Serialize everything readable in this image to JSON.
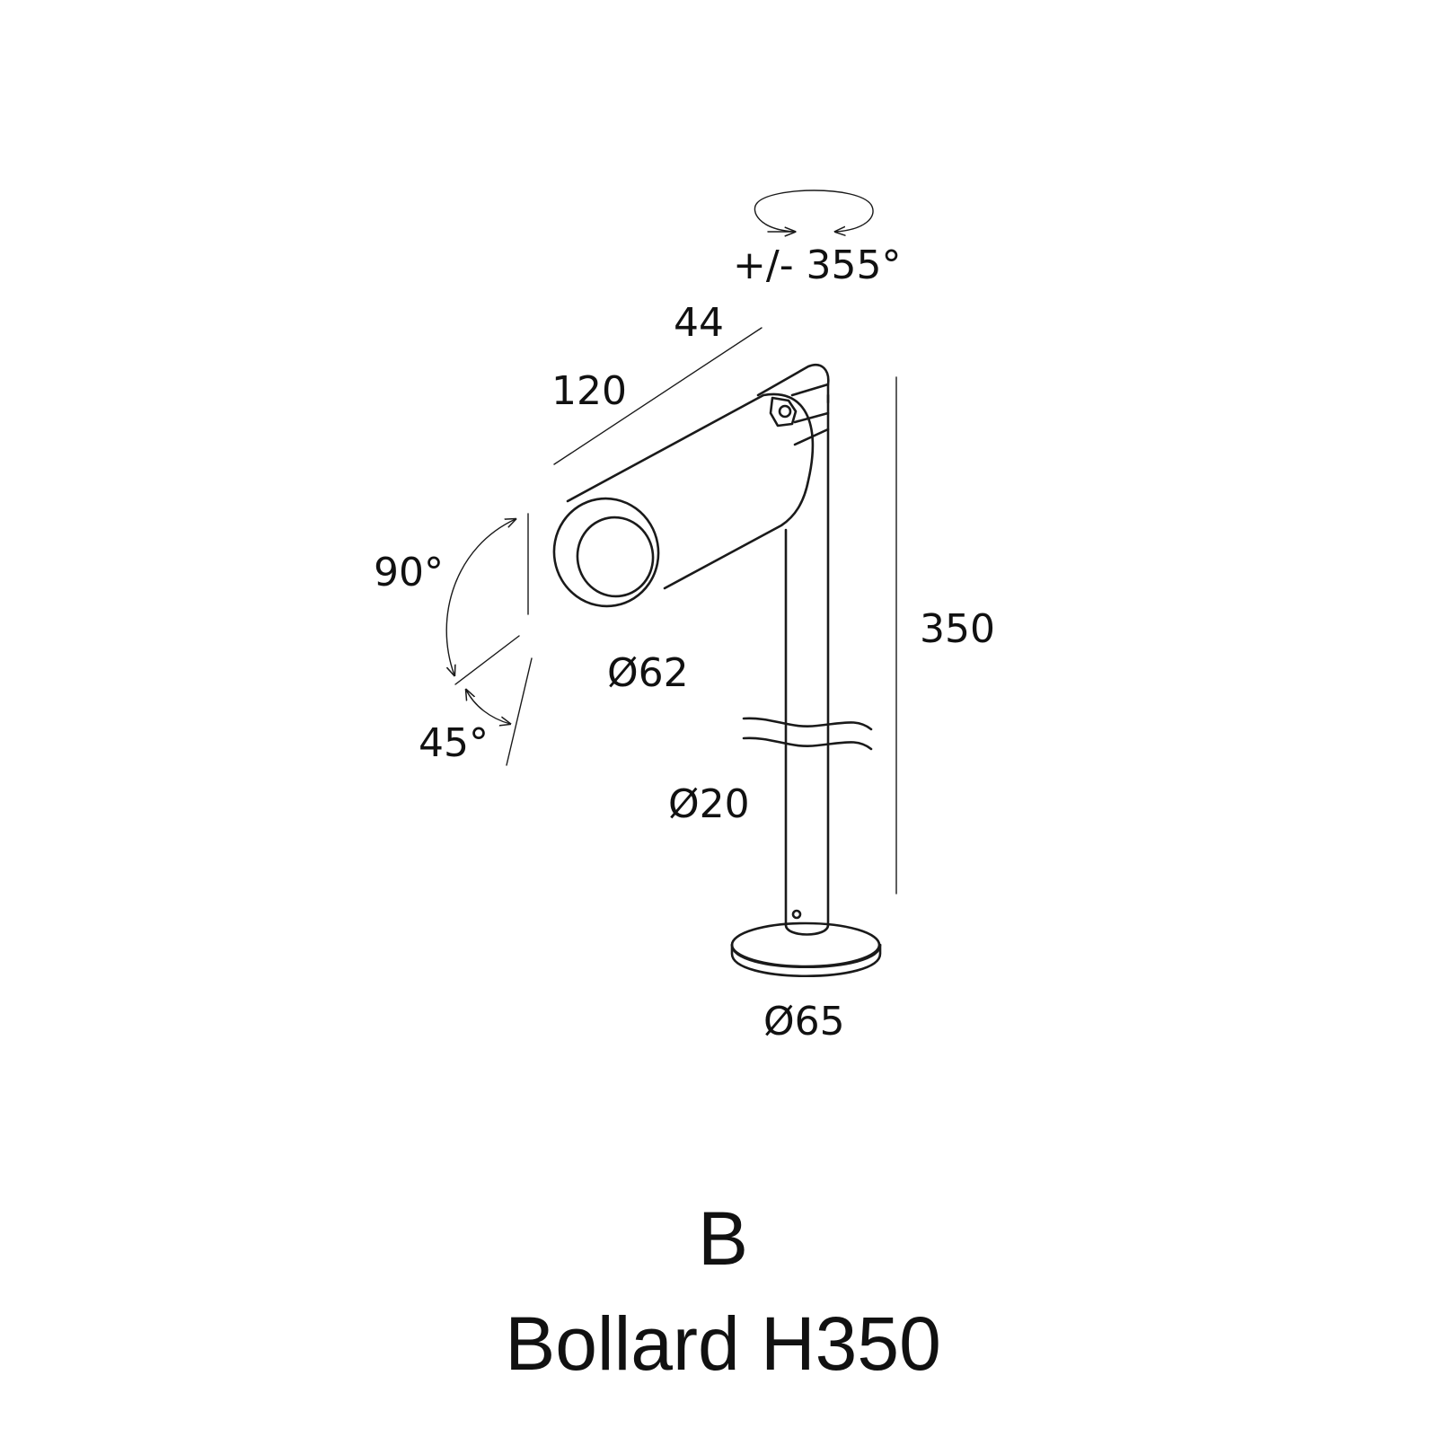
{
  "dimensions": {
    "rotation": "+/- 355°",
    "head_depth": "44",
    "head_length": "120",
    "tilt_up": "90°",
    "tilt_down": "45°",
    "head_diameter": "Ø62",
    "height": "350",
    "stem_diameter": "Ø20",
    "base_diameter": "Ø65"
  },
  "title": {
    "letter": "B",
    "name": "Bollard H350"
  }
}
